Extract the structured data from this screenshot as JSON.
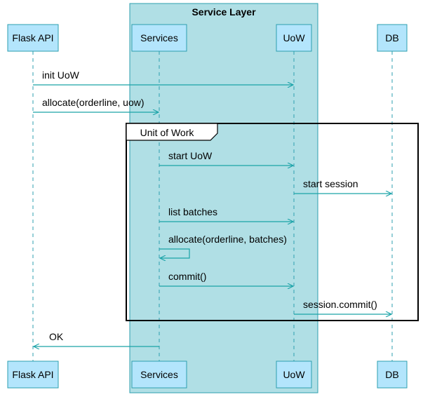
{
  "diagram": {
    "box_title": "Service Layer",
    "group_label": "Unit of Work",
    "participants": [
      {
        "id": "flask",
        "label": "Flask API"
      },
      {
        "id": "services",
        "label": "Services"
      },
      {
        "id": "uow",
        "label": "UoW"
      },
      {
        "id": "db",
        "label": "DB"
      }
    ],
    "messages": [
      {
        "from": "flask",
        "to": "uow",
        "label": "init UoW"
      },
      {
        "from": "flask",
        "to": "services",
        "label": "allocate(orderline, uow)"
      },
      {
        "from": "services",
        "to": "uow",
        "label": "start UoW"
      },
      {
        "from": "uow",
        "to": "db",
        "label": "start session"
      },
      {
        "from": "services",
        "to": "uow",
        "label": "list batches"
      },
      {
        "from": "services",
        "to": "services",
        "label": "allocate(orderline, batches)"
      },
      {
        "from": "services",
        "to": "uow",
        "label": "commit()"
      },
      {
        "from": "uow",
        "to": "db",
        "label": "session.commit()"
      },
      {
        "from": "services",
        "to": "flask",
        "label": "OK"
      }
    ],
    "colors": {
      "box_fill": "#b0dfe5",
      "participant_fill": "#b3e5fc",
      "participant_stroke": "#2e9faf",
      "arrow": "#1aa3a8",
      "frame": "#000000"
    }
  }
}
